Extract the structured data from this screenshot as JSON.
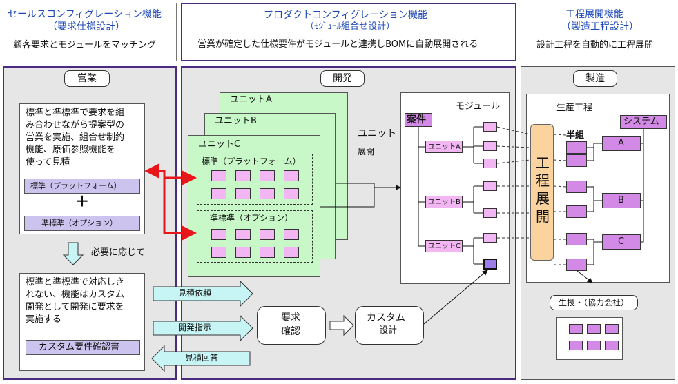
{
  "header": {
    "sales": {
      "title": "セールスコンフィグレーション機能",
      "subtitle": "（要求仕様設計）",
      "desc": "顧客要求とモジュールをマッチング"
    },
    "product": {
      "title": "プロダクトコンフィグレーション機能",
      "subtitle": "（ﾓｼﾞｭｰﾙ組合せ設計）",
      "desc": "営業が確定した仕様要件がモジュールと連携しBOMに自動展開される"
    },
    "process": {
      "title": "工程展開機能",
      "subtitle": "（製造工程設計）",
      "desc": "設計工程を自動的に工程展開"
    }
  },
  "sales": {
    "label": "営業",
    "box1_lines": [
      "標準と準標準で要求を組",
      "み合わせながら提案型の",
      "営業を実施、組合せ制約",
      "機能、原価参照機能を",
      "使って見積"
    ],
    "standard": "標準（プラットフォーム）",
    "plus": "＋",
    "semi_standard": "準標準（オプション）",
    "as_needed": "必要に応じて",
    "box2_lines": [
      "標準と準標準で対応しき",
      "れない、機能はカスタム",
      "開発として開発に要求を",
      "実施する"
    ],
    "confirm_doc": "カスタム要件確認書"
  },
  "dev": {
    "label": "開発",
    "unit_a": "ユニットA",
    "unit_b": "ユニットB",
    "unit_c": "ユニットC",
    "standard": "標準（プラットフォーム）",
    "semi_standard": "準標準（オプション）",
    "unit_expand_1": "ユニット",
    "unit_expand_2": "展開",
    "module": "モジュール",
    "case": "案件",
    "mod_unit_a": "ユニットA",
    "mod_unit_b": "ユニットB",
    "mod_unit_c": "ユニットC",
    "arrow_quote_request": "見積依頼",
    "arrow_dev_instruction": "開発指示",
    "arrow_quote_answer": "見積回答",
    "req_confirm_1": "要求",
    "req_confirm_2": "確認",
    "custom_design_1": "カスタム",
    "custom_design_2": "設計"
  },
  "mfg": {
    "label": "製造",
    "production_process": "生産工程",
    "process_expand": [
      "工",
      "程",
      "展",
      "開"
    ],
    "half_assembly": "半組",
    "system": "システム",
    "a": "A",
    "b": "B",
    "c": "C",
    "partner": "生技・（協力会社）"
  },
  "colors": {
    "title_blue": "#1f49b5",
    "frame_purple": "#4b2a80",
    "green": "#c8f7c8",
    "pink": "#f2b6f2",
    "magenta": "#d38ae6",
    "orange": "#fbd39f",
    "lavender": "#ccc4ee",
    "cyan_arrow": "#c7f5f5",
    "red_arrow": "#e8151b"
  }
}
